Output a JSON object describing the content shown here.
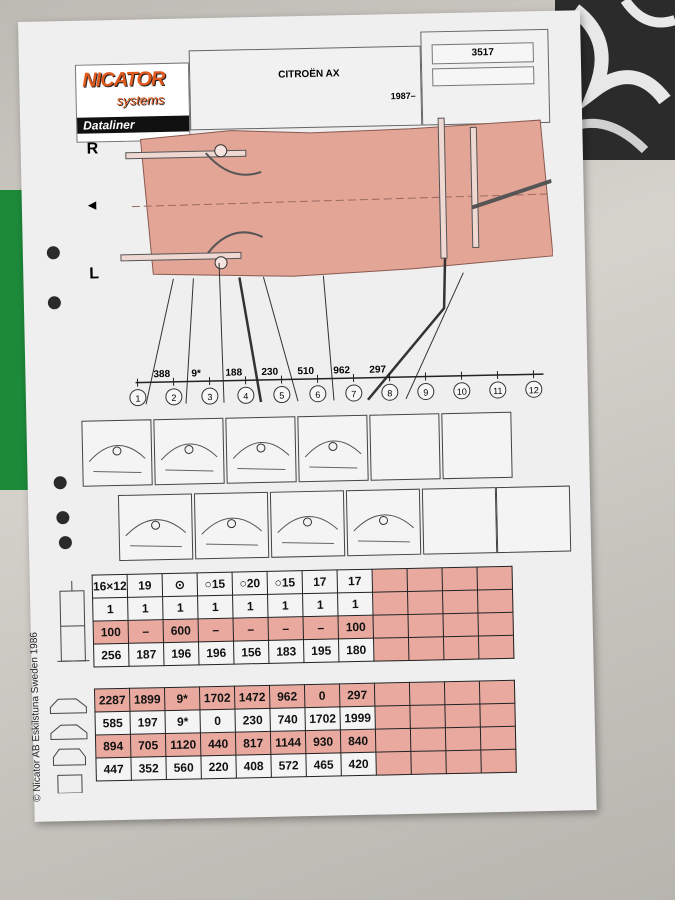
{
  "header": {
    "brand_top": "NICATOR",
    "brand_mid": "systems",
    "brand_bar": "Dataliner",
    "vehicle": "CITROËN AX",
    "year": "1987–",
    "sheet_number": "3517"
  },
  "diagram": {
    "side_right": "R",
    "side_left": "L",
    "arrow": "◀",
    "distances": [
      "388",
      "9*",
      "188",
      "230",
      "510",
      "962",
      "297"
    ],
    "points": [
      "1",
      "2",
      "3",
      "4",
      "5",
      "6",
      "7",
      "8",
      "9",
      "10",
      "11",
      "12"
    ]
  },
  "tools_table": {
    "headers": [
      "16×12",
      "19",
      "⊙",
      "○15",
      "○20",
      "○15",
      "17",
      "17",
      "",
      "",
      "",
      ""
    ],
    "rows": [
      [
        "1",
        "1",
        "1",
        "1",
        "1",
        "1",
        "1",
        "1",
        "",
        "",
        "",
        ""
      ],
      [
        "100",
        "–",
        "600",
        "–",
        "–",
        "–",
        "–",
        "100",
        "",
        "",
        "",
        ""
      ],
      [
        "256",
        "187",
        "196",
        "196",
        "156",
        "183",
        "195",
        "180",
        "",
        "",
        "",
        ""
      ]
    ]
  },
  "measure_table": {
    "rows": [
      [
        "2287",
        "1899",
        "9*",
        "1702",
        "1472",
        "962",
        "0",
        "297",
        "",
        "",
        "",
        ""
      ],
      [
        "585",
        "197",
        "9*",
        "0",
        "230",
        "740",
        "1702",
        "1999",
        "",
        "",
        "",
        ""
      ],
      [
        "894",
        "705",
        "1120",
        "440",
        "817",
        "1144",
        "930",
        "840",
        "",
        "",
        "",
        ""
      ],
      [
        "447",
        "352",
        "560",
        "220",
        "408",
        "572",
        "465",
        "420",
        "",
        "",
        "",
        ""
      ]
    ]
  },
  "copyright": "© Nicator AB Eskilstuna Sweden 1986",
  "colors": {
    "pink": "#e9a99e",
    "orange": "#e05a1e"
  }
}
